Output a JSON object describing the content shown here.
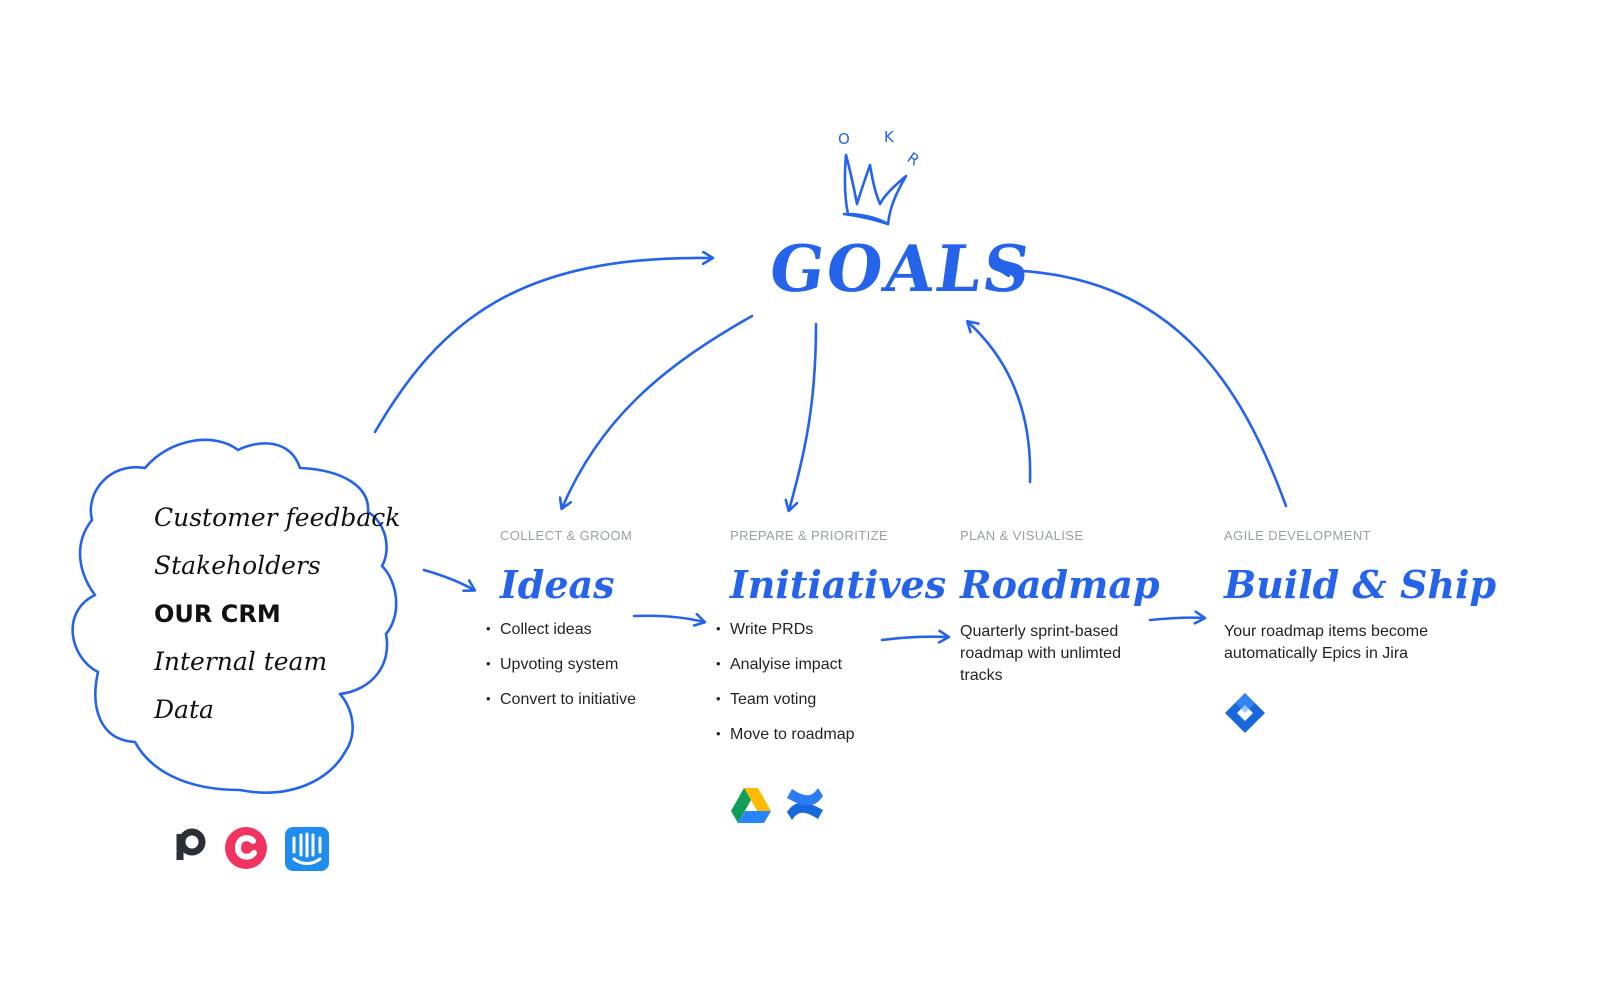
{
  "goals": {
    "title": "GOALS",
    "okr_letters": [
      "O",
      "K",
      "R"
    ]
  },
  "sources": {
    "items": [
      "Customer feedback",
      "Stakeholders",
      "OUR CRM",
      "Internal team",
      "Data"
    ],
    "integration_icons": [
      "productboard-icon",
      "canny-icon",
      "intercom-icon"
    ]
  },
  "stages": [
    {
      "label": "COLLECT & GROOM",
      "title": "Ideas",
      "bullets": [
        "Collect ideas",
        "Upvoting system",
        "Convert to initiative"
      ]
    },
    {
      "label": "PREPARE & PRIORITIZE",
      "title": "Initiatives",
      "bullets": [
        "Write PRDs",
        "Analyise impact",
        "Team voting",
        "Move to roadmap"
      ],
      "icons": [
        "google-drive-icon",
        "confluence-icon"
      ]
    },
    {
      "label": "PLAN & VISUALISE",
      "title": "Roadmap",
      "description": "Quarterly sprint-based roadmap with unlimted tracks"
    },
    {
      "label": "AGILE DEVELOPMENT",
      "title": "Build & Ship",
      "description": "Your roadmap items become automatically Epics in Jira",
      "icons": [
        "jira-icon"
      ]
    }
  ],
  "colors": {
    "accent": "#2563eb",
    "label_gray": "#9aa0a8",
    "text": "#1f2328",
    "canny_red": "#f0335f",
    "intercom_blue": "#1f8ded"
  }
}
